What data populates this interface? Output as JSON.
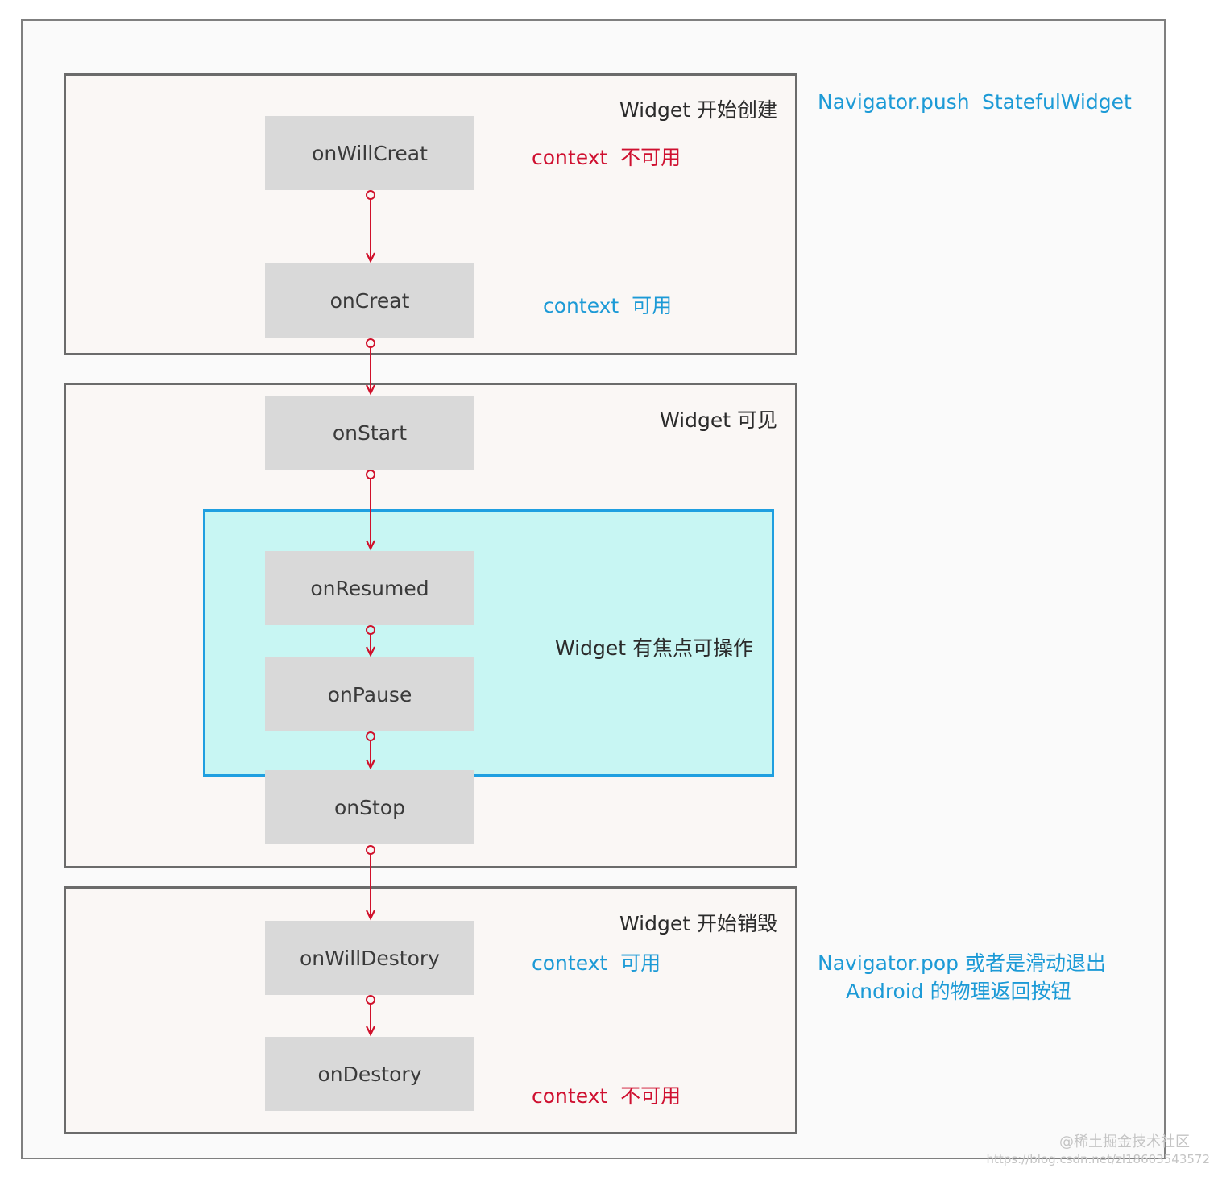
{
  "colors": {
    "flow_arrow": "#d0112b",
    "context_unavailable": "#cf1030",
    "context_available": "#1c9ad6",
    "focus_border": "#1f9fe0",
    "focus_fill": "#c8f6f3",
    "node_fill": "#d9d9d9"
  },
  "sections": {
    "create": {
      "title": "Widget 开始创建"
    },
    "visible": {
      "title": "Widget 可见"
    },
    "focus": {
      "title": "Widget 有焦点可操作"
    },
    "destroy": {
      "title": "Widget 开始销毁"
    }
  },
  "nodes": {
    "on_will_creat": "onWillCreat",
    "on_creat": "onCreat",
    "on_start": "onStart",
    "on_resumed": "onResumed",
    "on_pause": "onPause",
    "on_stop": "onStop",
    "on_will_destory": "onWillDestory",
    "on_destory": "onDestory"
  },
  "context_notes": {
    "will_creat": {
      "word": "context",
      "status": "不可用"
    },
    "creat": {
      "word": "context",
      "status": "可用"
    },
    "will_destory": {
      "word": "context",
      "status": "可用"
    },
    "destory": {
      "word": "context",
      "status": "不可用"
    }
  },
  "triggers": {
    "enter_push": "Navigator.push",
    "enter_widget": "StatefulWidget",
    "exit_line1": "Navigator.pop 或者是滑动退出",
    "exit_line2": "Android 的物理返回按钮"
  },
  "watermark": {
    "site": "@稀土掘金技术社区",
    "url": "https://blog.csdn.net/zl18603543572"
  }
}
